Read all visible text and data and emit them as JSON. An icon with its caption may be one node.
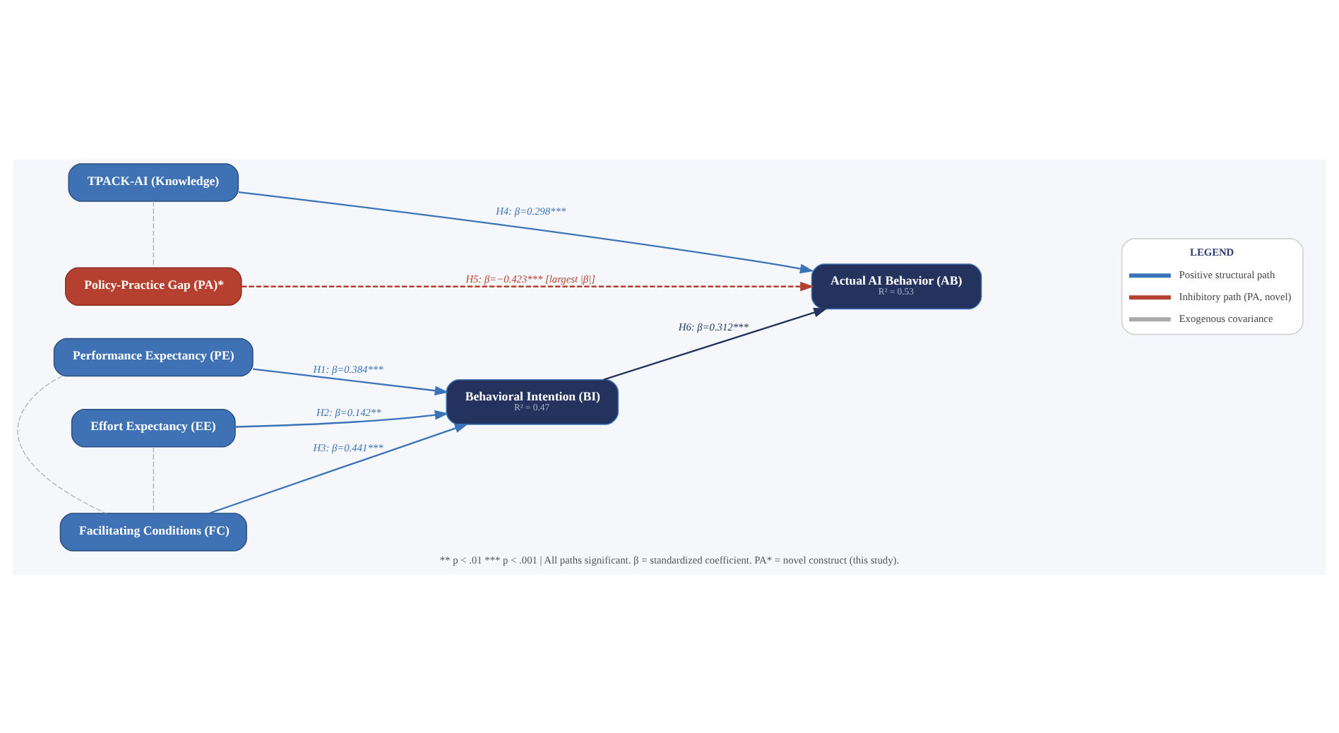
{
  "diagram": {
    "caption": "** p < .01 *** p < .001 | All paths significant. β = standardized coefficient. PA* = novel construct (this study).",
    "nodes": [
      {
        "text": [
          "Performance Expectancy (PE)"
        ]
      },
      {
        "text": [
          "Effort Expectancy (EE)"
        ]
      },
      {
        "text": [
          "Facilitating Conditions (FC)"
        ]
      },
      {
        "text": [
          "TPACK-AI (Knowledge)"
        ]
      },
      {
        "text": [
          "Policy-Practice Gap (PA)*"
        ]
      },
      {
        "text": [
          "Behavioral Intention (BI)",
          "R² = 0.47"
        ]
      },
      {
        "text": [
          "Actual AI Behavior (AB)",
          "R² = 0.53"
        ]
      }
    ],
    "edges": [
      {
        "from": 0,
        "to": 5,
        "arrow": "to",
        "label": "H1: β=0.384***"
      },
      {
        "from": 1,
        "to": 5,
        "arrow": "to",
        "label": "H2: β=0.142**"
      },
      {
        "from": 2,
        "to": 5,
        "arrow": "to",
        "label": "H3: β=0.441***"
      },
      {
        "from": 5,
        "to": 6,
        "arrow": "to",
        "label": "H6: β=0.312***",
        "color": "#23335e"
      },
      {
        "from": 3,
        "to": 6,
        "arrow": "to",
        "label": "H4: β=0.298***"
      },
      {
        "from": 4,
        "to": 6,
        "arrow": "to",
        "label": "H5: β=−0.423*** [largest |β|]",
        "style": "dashed",
        "color": "#b5402f"
      },
      {
        "from": 0,
        "to": 2,
        "arrow": "none",
        "style": "dashed",
        "color": "#aaaaaa"
      },
      {
        "from": 1,
        "to": 2,
        "arrow": "none",
        "style": "dashed",
        "color": "#aaaaaa"
      },
      {
        "from": 3,
        "to": 4,
        "arrow": "none",
        "style": "dashed",
        "color": "#aaaaaa"
      }
    ],
    "labels": [
      "LEGEND"
    ],
    "legend": [
      {
        "text": "Positive structural path"
      },
      {
        "text": "Inhibitory path (PA, novel)"
      },
      {
        "text": "Exogenous covariance"
      }
    ]
  }
}
